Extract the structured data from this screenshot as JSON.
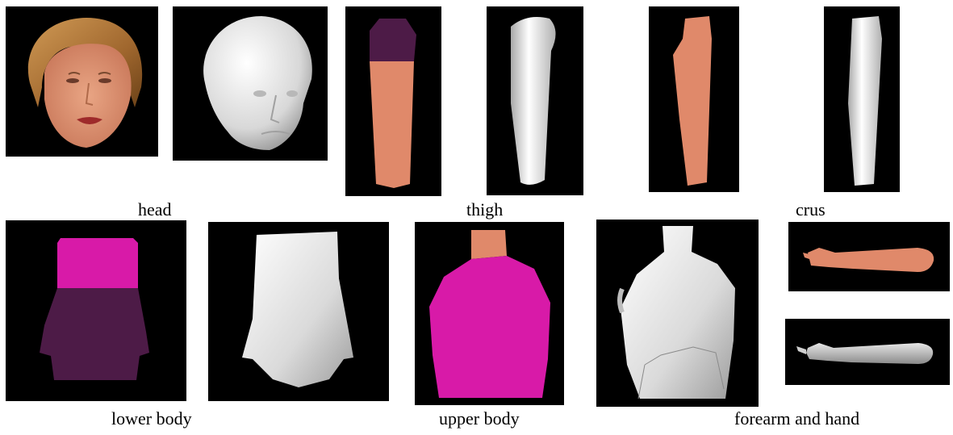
{
  "captions": {
    "head": "head",
    "thigh": "thigh",
    "crus": "crus",
    "lower_body": "lower body",
    "upper_body": "upper body",
    "forearm_hand": "forearm and hand"
  },
  "colors": {
    "background": "#000000",
    "skin": "#e0896a",
    "dark_purple": "#4d1b47",
    "magenta": "#d81aa8",
    "white_shade": "#e8e8e8",
    "hair": "#b57a3c"
  }
}
